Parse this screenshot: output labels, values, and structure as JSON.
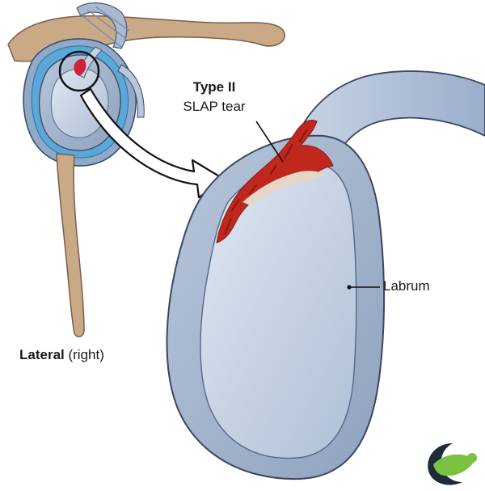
{
  "labels": {
    "type_title": "Type II",
    "type_subtitle": "SLAP tear",
    "labrum": "Labrum",
    "view_bold": "Lateral",
    "view_rest": "(right)"
  },
  "colors": {
    "bone": "#c9a98a",
    "socket_outer": "#9fb0c8",
    "socket_inner": "#c2d0e3",
    "tear_red": "#c0281e",
    "outline": "#3a4660",
    "logo_green": "#7cc242",
    "logo_dark": "#1d2b3a"
  },
  "icons": {
    "logo": "crescent-leaf-logo"
  }
}
